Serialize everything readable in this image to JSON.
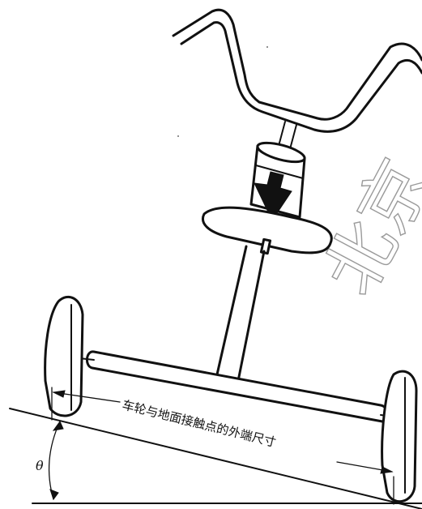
{
  "figure": {
    "dimension_label": "车轮与地面接触点的外端尺寸",
    "angle_label": "θ",
    "watermark": "北京"
  },
  "colors": {
    "line": "#111111",
    "watermark": "#9a9a9a",
    "background": "#ffffff"
  }
}
